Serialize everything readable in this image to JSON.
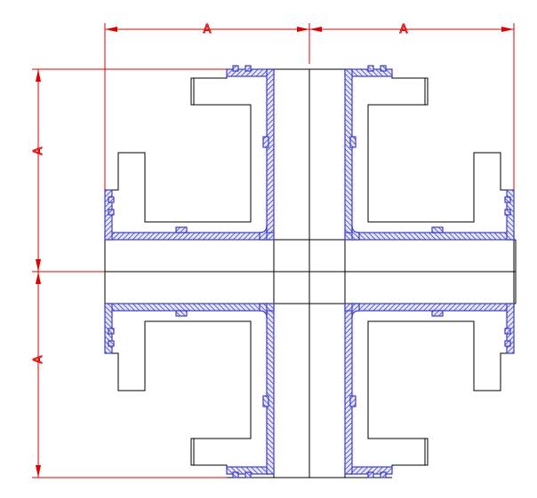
{
  "drawing": {
    "type": "cad-section",
    "colors": {
      "outline": "#000000",
      "wall_hatch": "#3c3cc8",
      "wall_fill": "#e8e8fb",
      "dimension": "#e00000",
      "background": "#ffffff"
    },
    "dimension_labels": {
      "top_left": "A",
      "top_right": "A",
      "left_upper": "A",
      "left_lower": "A"
    }
  }
}
